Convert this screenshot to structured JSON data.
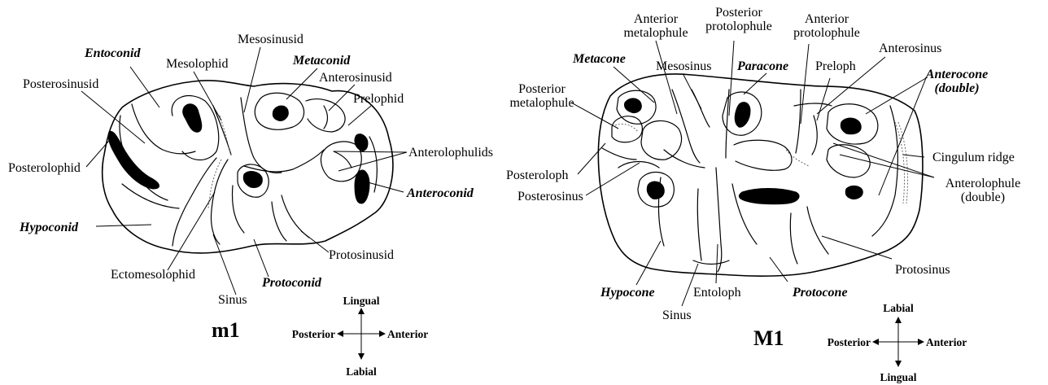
{
  "m1": {
    "name": "m1",
    "labels": {
      "entoconid": "Entoconid",
      "posterosinusid": "Posterosinusid",
      "mesolophid": "Mesolophid",
      "mesosinusid": "Mesosinusid",
      "metaconid": "Metaconid",
      "anterosinusid": "Anterosinusid",
      "prelophid": "Prelophid",
      "anterolophulids": "Anterolophulids",
      "posterolophid": "Posterolophid",
      "anteroconid": "Anteroconid",
      "hypoconid": "Hypoconid",
      "protosinusid": "Protosinusid",
      "ectomesolophid": "Ectomesolophid",
      "protoconid": "Protoconid",
      "sinus": "Sinus"
    },
    "compass": {
      "top": "Lingual",
      "bottom": "Labial",
      "left": "Posterior",
      "right": "Anterior"
    }
  },
  "M1": {
    "name": "M1",
    "labels": {
      "anterior_metalophule": "Anterior\nmetalophule",
      "posterior_protolophule": "Posterior\nprotolophule",
      "anterior_protolophule": "Anterior\nprotolophule",
      "anterosinus": "Anterosinus",
      "metacone": "Metacone",
      "mesosinus": "Mesosinus",
      "paracone": "Paracone",
      "preloph": "Preloph",
      "anterocone": "Anterocone\n(double)",
      "posterior_metalophule": "Posterior\nmetalophule",
      "cingulum_ridge": "Cingulum ridge",
      "posteroloph": "Posteroloph",
      "posterosinus": "Posterosinus",
      "anterolophule": "Anterolophule\n(double)",
      "protosinus": "Protosinus",
      "hypocone": "Hypocone",
      "entoloph": "Entoloph",
      "protocone": "Protocone",
      "sinus": "Sinus"
    },
    "compass": {
      "top": "Labial",
      "bottom": "Lingual",
      "left": "Posterior",
      "right": "Anterior"
    }
  }
}
